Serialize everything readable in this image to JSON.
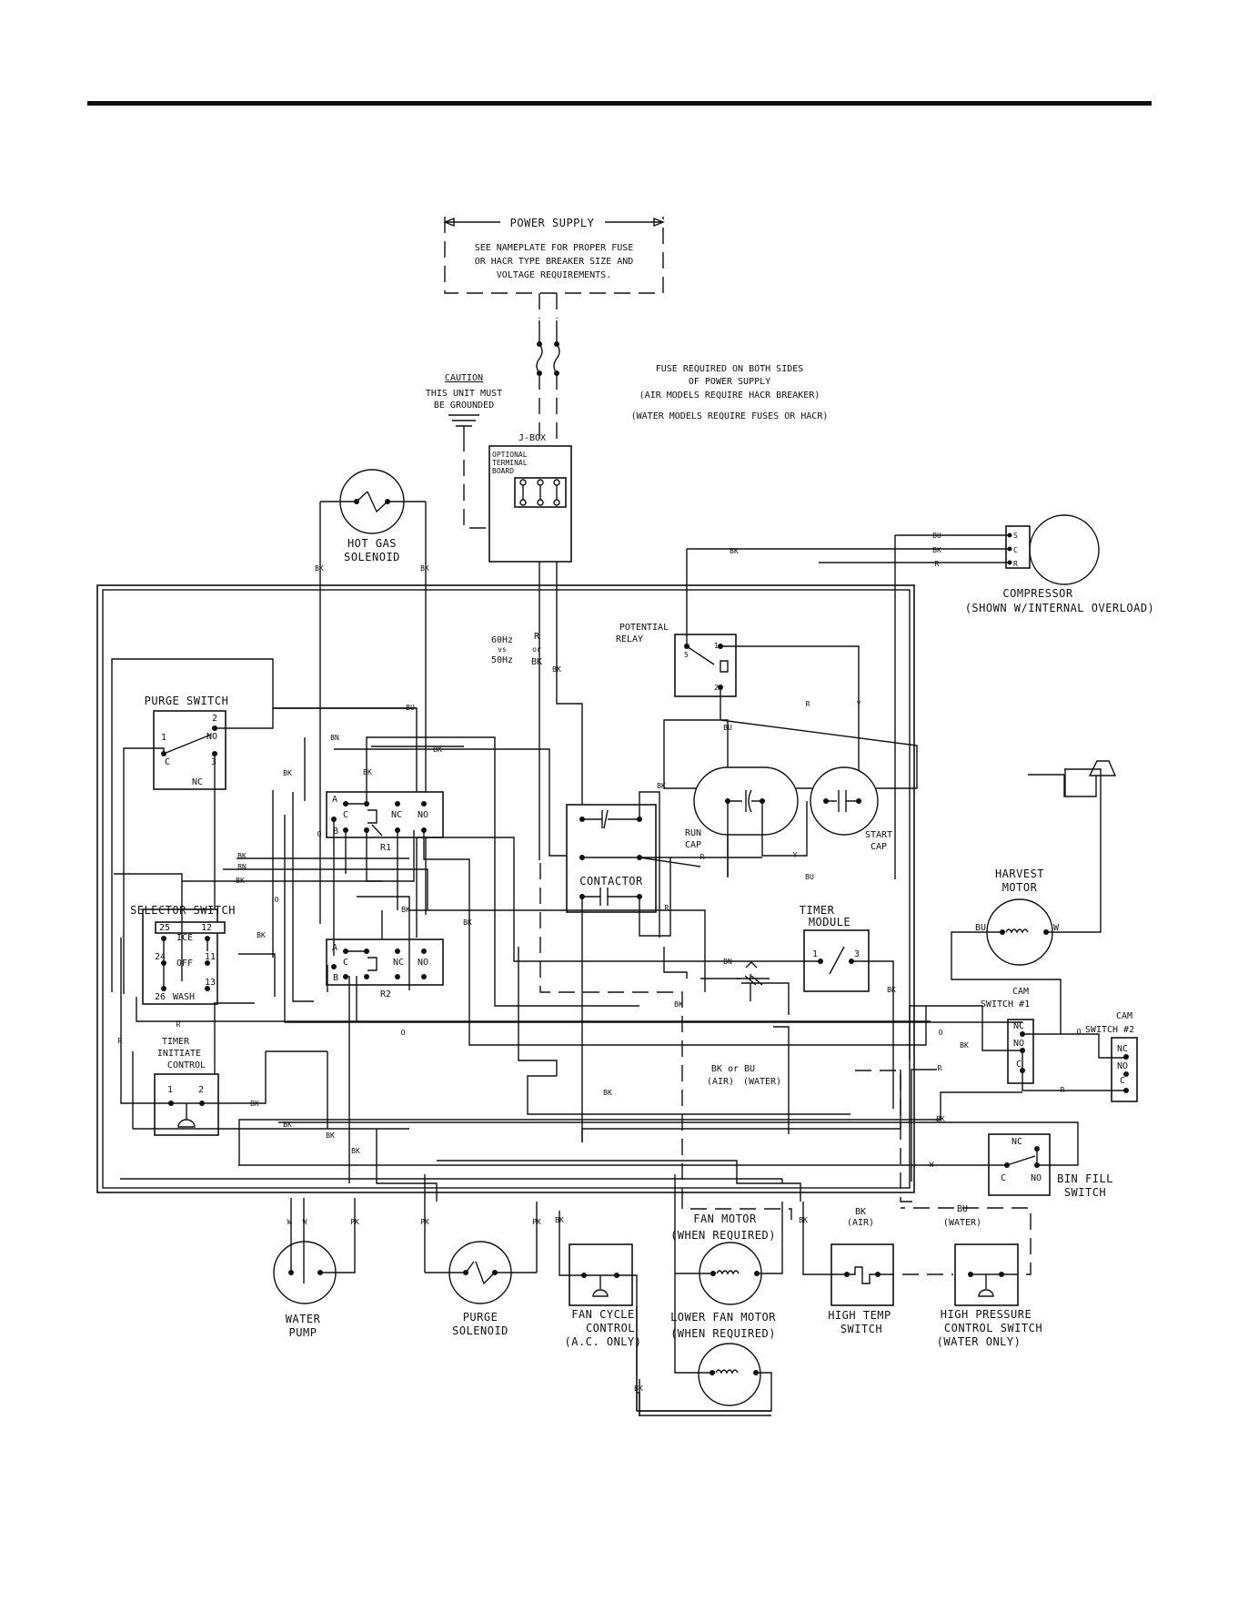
{
  "labels": {
    "power_supply": "POWER SUPPLY",
    "power_note_1": "SEE NAMEPLATE FOR PROPER FUSE",
    "power_note_2": "OR HACR TYPE BREAKER SIZE AND",
    "power_note_3": "VOLTAGE REQUIREMENTS.",
    "fuse_note_1": "FUSE REQUIRED ON BOTH SIDES",
    "fuse_note_2": "OF POWER SUPPLY",
    "fuse_note_3": "(AIR MODELS REQUIRE HACR BREAKER)",
    "fuse_note_4": "(WATER MODELS REQUIRE FUSES OR HACR)",
    "caution": "CAUTION",
    "caution_1": "THIS UNIT MUST",
    "caution_2": "BE GROUNDED",
    "jbox": "J-BOX",
    "jbox_opt_1": "OPTIONAL",
    "jbox_opt_2": "TERMINAL",
    "jbox_opt_3": "BOARD",
    "hot_gas_1": "HOT GAS",
    "hot_gas_2": "SOLENOID",
    "compressor": "COMPRESSOR",
    "compressor_note": "(SHOWN W/INTERNAL OVERLOAD)",
    "comp_s": "S",
    "comp_c": "C",
    "comp_r": "R",
    "potential_1": "POTENTIAL",
    "potential_2": "RELAY",
    "pr_5": "5",
    "pr_1": "1",
    "pr_2": "2",
    "hz_1": "60Hz",
    "hz_2": "vs",
    "hz_3": "50Hz",
    "hz_r": "R",
    "hz_or": "or",
    "hz_bk": "BK",
    "purge_switch": "PURGE SWITCH",
    "ps_2": "2",
    "ps_no": "NO",
    "ps_1": "1",
    "ps_c": "C",
    "ps_3": "3",
    "ps_nc": "NC",
    "r1": "R1",
    "r2": "R2",
    "relay_a": "A",
    "relay_c": "C",
    "relay_b": "B",
    "relay_nc": "NC",
    "relay_no": "NO",
    "run_cap_1": "RUN",
    "run_cap_2": "CAP",
    "start_cap_1": "START",
    "start_cap_2": "CAP",
    "contactor": "CONTACTOR",
    "harvest_1": "HARVEST",
    "harvest_2": "MOTOR",
    "hm_bu": "BU",
    "hm_w": "W",
    "timer_module_1": "TIMER",
    "timer_module_2": "MODULE",
    "tm_1": "1",
    "tm_3": "3",
    "selector": "SELECTOR SWITCH",
    "sel_25": "25",
    "sel_ice": "ICE",
    "sel_12": "12",
    "sel_24": "24",
    "sel_off": "OFF",
    "sel_11": "11",
    "sel_26": "26",
    "sel_wash": "WASH",
    "sel_13": "13",
    "cam1_1": "CAM",
    "cam1_2": "SWITCH #1",
    "cam2_1": "CAM",
    "cam2_2": "SWITCH #2",
    "cam_nc": "NC",
    "cam_no": "NO",
    "cam_c": "C",
    "timer_init_1": "TIMER",
    "timer_init_2": "INITIATE",
    "timer_init_3": "CONTROL",
    "ti_1": "1",
    "ti_2": "2",
    "bk_or_bu": "BK or BU",
    "air": "(AIR)",
    "water": "(WATER)",
    "bin_nc": "NC",
    "bin_c": "C",
    "bin_no": "NO",
    "bin_fill_1": "BIN FILL",
    "bin_fill_2": "SWITCH",
    "water_pump_1": "WATER",
    "water_pump_2": "PUMP",
    "purge_sol_1": "PURGE",
    "purge_sol_2": "SOLENOID",
    "fan_cycle_1": "FAN CYCLE",
    "fan_cycle_2": "CONTROL",
    "fan_cycle_3": "(A.C. ONLY)",
    "fan_motor_1": "FAN MOTOR",
    "fan_motor_2": "(WHEN REQUIRED)",
    "lower_fan_1": "LOWER FAN MOTOR",
    "lower_fan_2": "(WHEN REQUIRED)",
    "high_temp_1": "HIGH TEMP",
    "high_temp_2": "SWITCH",
    "hp_1": "HIGH PRESSURE",
    "hp_2": "CONTROL SWITCH",
    "hp_3": "(WATER ONLY)",
    "bk_air_1": "BK",
    "bk_air_2": "(AIR)",
    "bu_water_1": "BU",
    "bu_water_2": "(WATER)"
  },
  "wire_codes": [
    "BK",
    "BK",
    "BK",
    "BU",
    "BK",
    "R",
    "BK",
    "BU",
    "R",
    "Y",
    "BU",
    "BN",
    "BK",
    "BK",
    "BK",
    "O",
    "BK",
    "BK",
    "BN",
    "BK",
    "BK",
    "R",
    "Y",
    "BU",
    "O",
    "BK",
    "BK",
    "R",
    "O",
    "O",
    "O",
    "BK",
    "BN",
    "BK",
    "BK",
    "R",
    "R",
    "R",
    "R",
    "BK",
    "BK",
    "BK",
    "BK",
    "BK",
    "W",
    "W",
    "W",
    "PK",
    "PK",
    "PK",
    "BK",
    "BK",
    "BK",
    "BK"
  ]
}
